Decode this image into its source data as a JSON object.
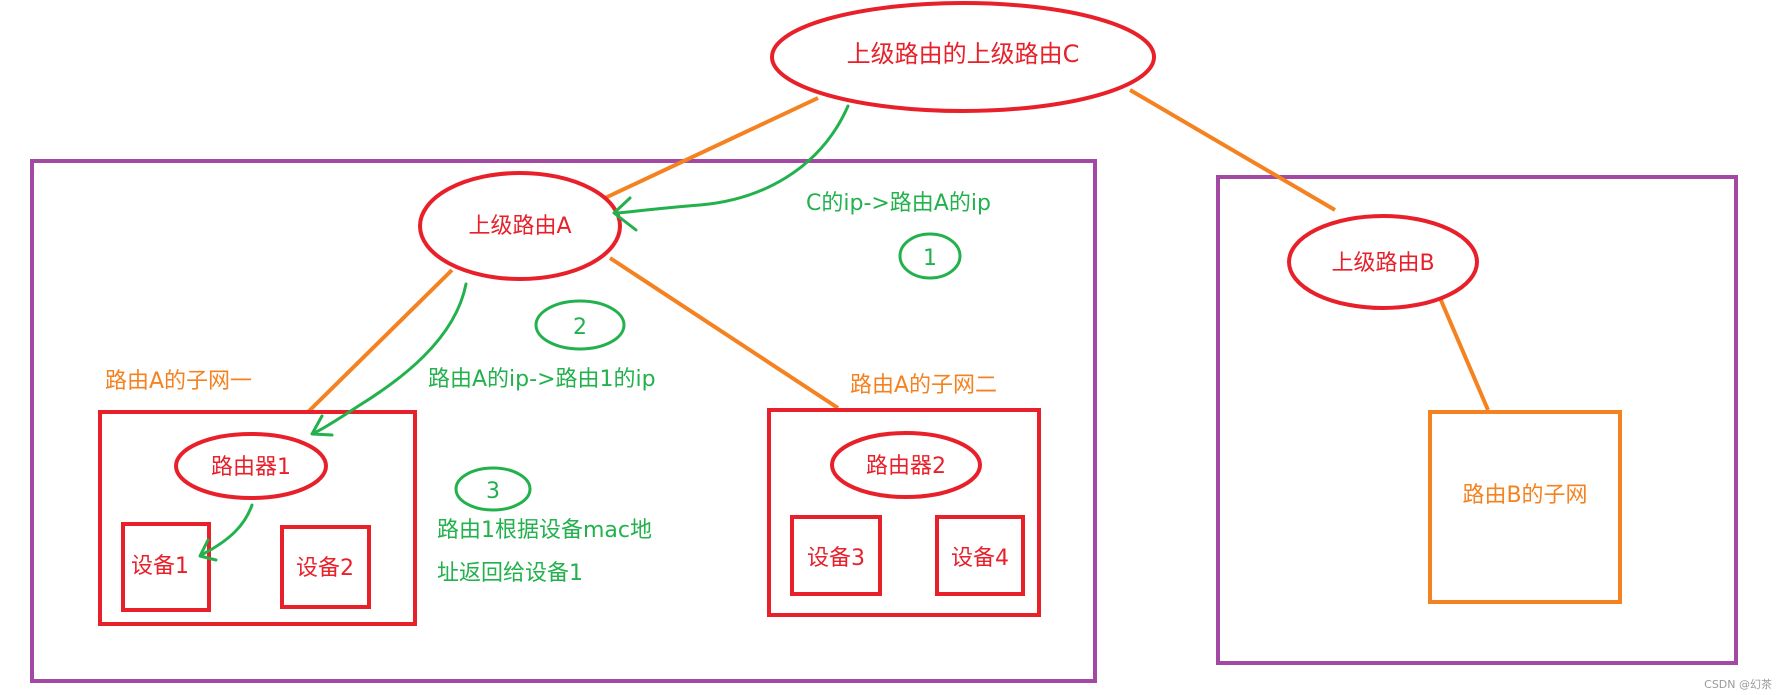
{
  "colors": {
    "red": "#e8202a",
    "orange": "#f58220",
    "green": "#22b14c",
    "purple": "#a349a4",
    "watermark": "#9a9a9a"
  },
  "nodes": {
    "router_c": "上级路由的上级路由C",
    "router_a": "上级路由A",
    "router_b": "上级路由B",
    "router_1": "路由器1",
    "router_2": "路由器2",
    "device_1": "设备1",
    "device_2": "设备2",
    "device_3": "设备3",
    "device_4": "设备4"
  },
  "subnets": {
    "a_one": "路由A的子网一",
    "a_two": "路由A的子网二",
    "b": "路由B的子网"
  },
  "steps": {
    "step1_text": "C的ip->路由A的ip",
    "step2_text": "路由A的ip->路由1的ip",
    "step3_line1": "路由1根据设备mac地",
    "step3_line2": "址返回给设备1",
    "step1_mark": "1",
    "step2_mark": "2",
    "step3_mark": "3"
  },
  "watermark": "CSDN @幻茶"
}
